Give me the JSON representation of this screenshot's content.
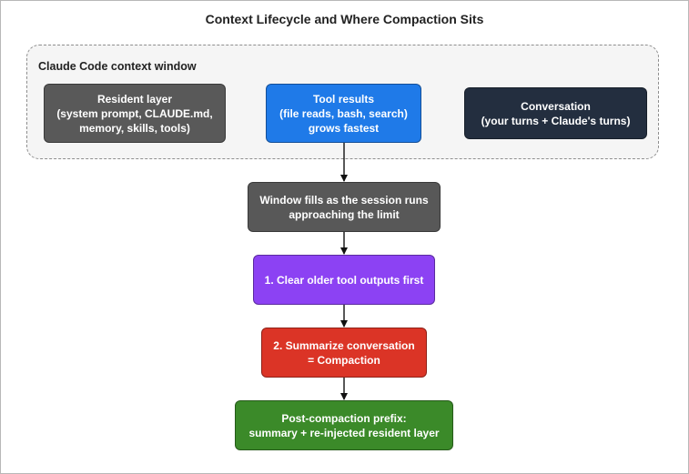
{
  "title": "Context Lifecycle and Where Compaction Sits",
  "context_window": {
    "label": "Claude Code context window"
  },
  "nodes": {
    "resident": {
      "lines": [
        "Resident layer",
        "(system prompt, CLAUDE.md,",
        "memory, skills, tools)"
      ],
      "color": "#595959"
    },
    "tool_results": {
      "lines": [
        "Tool results",
        "(file reads, bash, search)",
        "grows fastest"
      ],
      "color": "#1f7ae8"
    },
    "conversation": {
      "lines": [
        "Conversation",
        "(your turns + Claude's turns)"
      ],
      "color": "#232e3f"
    },
    "window_fills": {
      "lines": [
        "Window fills as the session runs",
        "approaching the limit"
      ],
      "color": "#585858"
    },
    "clear_outputs": {
      "lines": [
        "1. Clear older tool outputs first"
      ],
      "color": "#8c42f3"
    },
    "summarize": {
      "lines": [
        "2. Summarize conversation",
        "= Compaction"
      ],
      "color": "#db3426"
    },
    "post_compaction": {
      "lines": [
        "Post-compaction prefix:",
        "summary + re-injected resident layer"
      ],
      "color": "#3b8a29"
    }
  },
  "edges": [
    {
      "from": "tool_results",
      "to": "window_fills"
    },
    {
      "from": "window_fills",
      "to": "clear_outputs"
    },
    {
      "from": "clear_outputs",
      "to": "summarize"
    },
    {
      "from": "summarize",
      "to": "post_compaction"
    }
  ]
}
